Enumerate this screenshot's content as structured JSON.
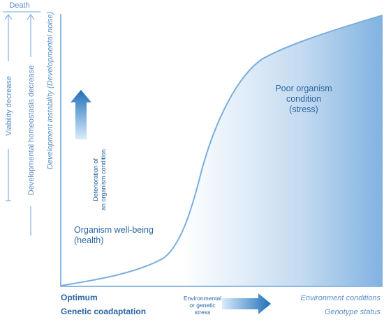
{
  "top_label": "Death",
  "left_axis": {
    "viability": "Viability decrease",
    "homeostasis": "Developmental homeostasis decrease"
  },
  "y_axis_label": "Development instability (Developmental noise)",
  "arrow_up_label": {
    "line1": "Deterioration of",
    "line2": "an organism condition"
  },
  "region_health": {
    "line1": "Organism well-being",
    "line2": "(health)"
  },
  "region_stress": {
    "line1": "Poor organism",
    "line2": "condition",
    "line3": "(stress)"
  },
  "bottom_left": {
    "optimum": "Optimum",
    "coadaptation": "Genetic coadaptation"
  },
  "stress_arrow_label": {
    "line1": "Environmental",
    "line2": "or genetic",
    "line3": "stress"
  },
  "bottom_right": {
    "environment": "Environment conditions",
    "genotype": "Genotype status"
  },
  "colors": {
    "dark_blue": "#2a66a3",
    "light_blue": "#6fa3d6",
    "fill_blue": "#7aaedf",
    "axis_blue": "#8db8e2"
  }
}
